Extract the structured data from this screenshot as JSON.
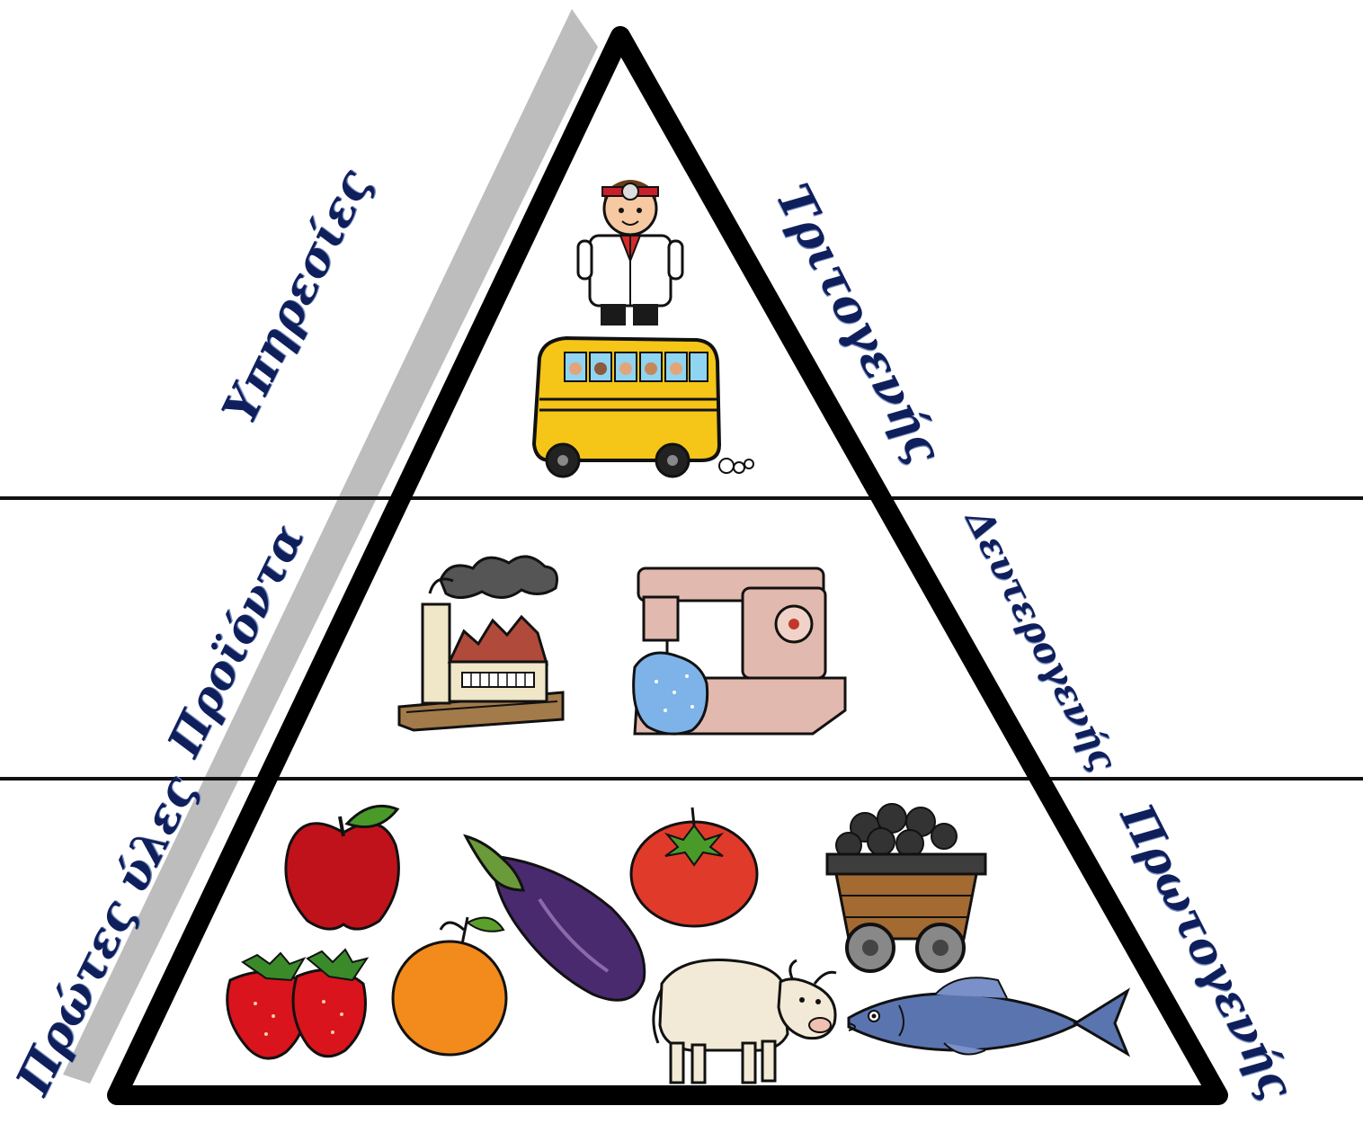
{
  "left_labels": {
    "top": "Υπηρεσίες",
    "middle": "Προϊόντα",
    "bottom": "Πρώτες ύλες"
  },
  "right_labels": {
    "top": "Τριτογενής",
    "middle": "Δευτερογενής",
    "bottom": "Πρωτογενής"
  },
  "tiers": {
    "top": {
      "icons": [
        "doctor-icon",
        "school-bus-icon"
      ]
    },
    "middle": {
      "icons": [
        "factory-icon",
        "sewing-machine-icon"
      ]
    },
    "bottom": {
      "icons": [
        "apple-icon",
        "eggplant-icon",
        "tomato-icon",
        "mine-cart-icon",
        "strawberry-icon",
        "orange-icon",
        "cow-icon",
        "fish-icon"
      ]
    }
  },
  "colors": {
    "label_text": "#0f1f5c",
    "outline": "#000000",
    "shadow": "#b5b5b5",
    "bus_yellow": "#f5c518",
    "apple_red": "#c0121a",
    "eggplant_purple": "#4a2a6e",
    "orange": "#f28a1c",
    "fish_blue": "#5a74b0"
  }
}
